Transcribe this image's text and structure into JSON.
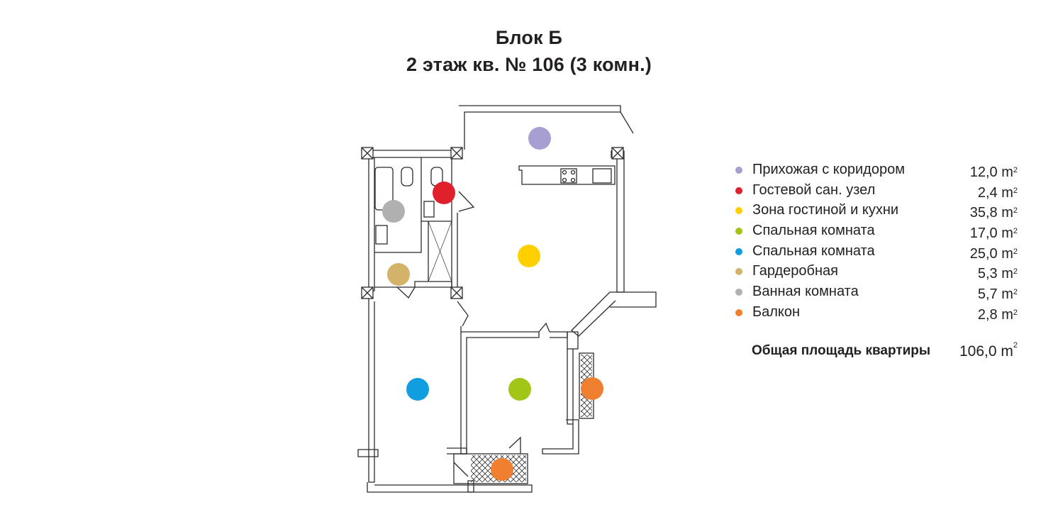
{
  "header": {
    "block": "Блок Б",
    "apartment": "2 этаж кв. № 106 (3 комн.)"
  },
  "unit_sup": "2",
  "legend": [
    {
      "label": "Прихожая с коридором",
      "area": "12,0 m",
      "color": "#a79fd1"
    },
    {
      "label": "Гостевой сан. узел",
      "area": "2,4 m",
      "color": "#e0202a"
    },
    {
      "label": "Зона гостиной и кухни",
      "area": "35,8 m",
      "color": "#ffd000"
    },
    {
      "label": "Спальная комната",
      "area": "17,0 m",
      "color": "#a2c617"
    },
    {
      "label": "Спальная комната",
      "area": "25,0 m",
      "color": "#119ee0"
    },
    {
      "label": "Гардеробная",
      "area": "5,3 m",
      "color": "#d4b26a"
    },
    {
      "label": "Ванная комната",
      "area": "5,7 m",
      "color": "#b0b0b0"
    },
    {
      "label": "Балкон",
      "area": "2,8 m",
      "color": "#f08030"
    }
  ],
  "total": {
    "label": "Общая площадь квартиры",
    "value": "106,0 m"
  }
}
